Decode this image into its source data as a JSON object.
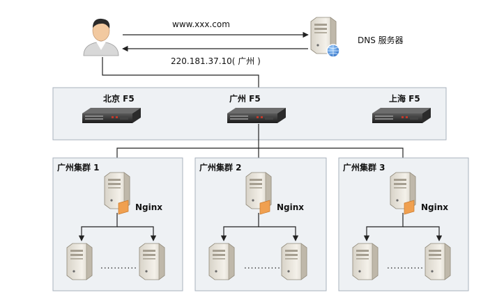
{
  "request": {
    "domain_label": "www.xxx.com",
    "response_label": "220.181.37.10( 广州 )"
  },
  "dns": {
    "label": "DNS 服务器",
    "icon": "dns-server-icon"
  },
  "user": {
    "icon": "user-avatar-icon"
  },
  "f5": {
    "beijing": "北京 F5",
    "guangzhou": "广州 F5",
    "shanghai": "上海 F5",
    "icon": "rack-server-icon"
  },
  "clusters": [
    {
      "title": "广州集群 1",
      "nginx": "Nginx",
      "dots": "..........."
    },
    {
      "title": "广州集群 2",
      "nginx": "Nginx",
      "dots": "..........."
    },
    {
      "title": "广州集群 3",
      "nginx": "Nginx",
      "dots": "..........."
    }
  ],
  "colors": {
    "panel": "#eef1f4",
    "panel_border": "#a8b2bd",
    "line": "#222222",
    "nginx_tag": "#f0a050",
    "globe": "#3a7fd0"
  }
}
